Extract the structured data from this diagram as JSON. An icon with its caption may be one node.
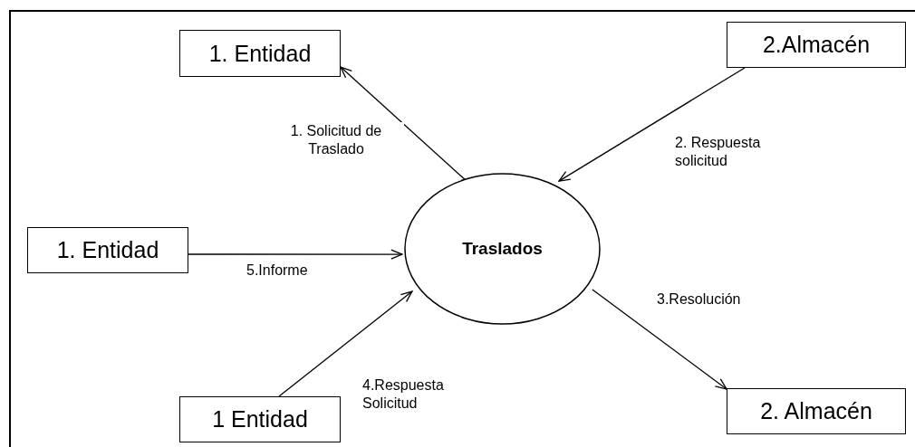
{
  "diagram": {
    "nodes": [
      {
        "text": [
          "1. Entidad"
        ]
      },
      {
        "text": [
          "2.Almacén"
        ]
      },
      {
        "text": [
          "Traslados"
        ]
      },
      {
        "text": [
          "1. Entidad"
        ]
      },
      {
        "text": [
          "1 Entidad"
        ]
      },
      {
        "text": [
          "2. Almacén"
        ]
      }
    ],
    "edges": [
      {
        "from": 2,
        "to": 0,
        "arrow": "to",
        "label": "1. Solicitud de Traslado"
      },
      {
        "from": 1,
        "to": 2,
        "arrow": "to",
        "label": "2. Respuesta solicitud"
      },
      {
        "from": 2,
        "to": 5,
        "arrow": "to",
        "label": "3.Resolución"
      },
      {
        "from": 4,
        "to": 2,
        "arrow": "to",
        "label": "4.Respuesta Solicitud"
      },
      {
        "from": 3,
        "to": 2,
        "arrow": "to",
        "label": "5.Informe"
      }
    ]
  }
}
